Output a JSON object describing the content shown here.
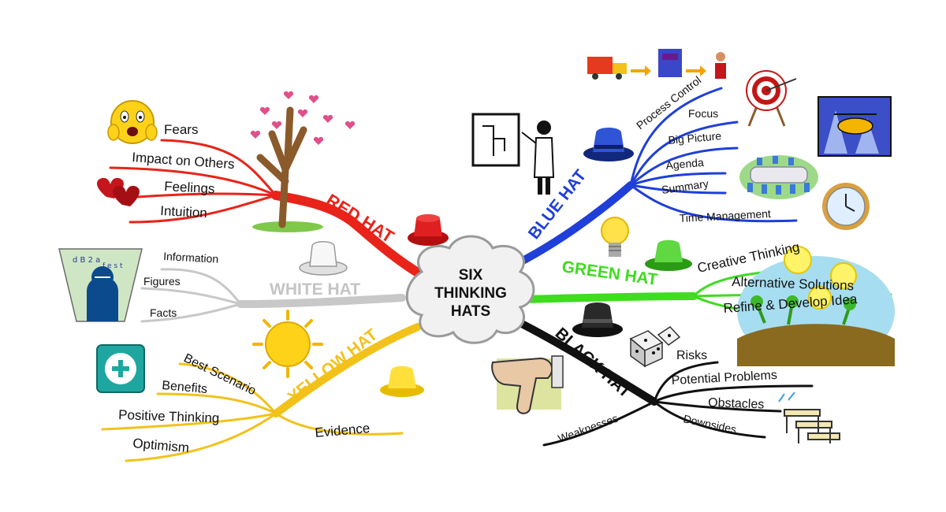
{
  "center": {
    "line1": "SIX",
    "line2": "THINKING",
    "line3": "HATS"
  },
  "colors": {
    "red": "#e8241a",
    "white": "#c8c8c8",
    "yellow": "#f2c21b",
    "blue": "#1f3fd8",
    "green": "#3fdc1f",
    "black": "#111111"
  },
  "red_hat": {
    "label": "RED HAT",
    "branches": [
      "Fears",
      "Impact on Others",
      "Feelings",
      "Intuition"
    ],
    "icons": [
      "scared-face-icon",
      "hearts-icon",
      "heart-tree-icon",
      "red-top-hat-icon"
    ]
  },
  "white_hat": {
    "label": "WHITE HAT",
    "branches": [
      "Information",
      "Figures",
      "Facts"
    ],
    "icons": [
      "data-head-icon",
      "white-top-hat-icon"
    ]
  },
  "yellow_hat": {
    "label": "YELLOW HAT",
    "branches": [
      "Best Scenario",
      "Benefits",
      "Positive Thinking",
      "Optimism",
      "Evidence"
    ],
    "icons": [
      "plus-button-icon",
      "sun-icon",
      "yellow-top-hat-icon"
    ]
  },
  "blue_hat": {
    "label": "BLUE HAT",
    "branches": [
      "Process Control",
      "Focus",
      "Big Picture",
      "Agenda",
      "Summary",
      "Time Management"
    ],
    "icons": [
      "process-flow-icon",
      "presenter-icon",
      "blue-top-hat-icon",
      "target-icon",
      "helicopter-icon",
      "meeting-table-icon",
      "clock-icon"
    ]
  },
  "green_hat": {
    "label": "GREEN HAT",
    "branches": [
      "Creative Thinking",
      "Alternative Solutions",
      "Refine & Develop Idea"
    ],
    "icons": [
      "lightbulb-icon",
      "green-top-hat-icon",
      "growing-ideas-icon"
    ]
  },
  "black_hat": {
    "label": "BLACK HAT",
    "branches": [
      "Risks",
      "Potential Problems",
      "Obstacles",
      "Downsides",
      "Weaknesses"
    ],
    "icons": [
      "black-top-hat-icon",
      "dice-icon",
      "thumbs-down-icon",
      "hurdles-icon"
    ]
  }
}
